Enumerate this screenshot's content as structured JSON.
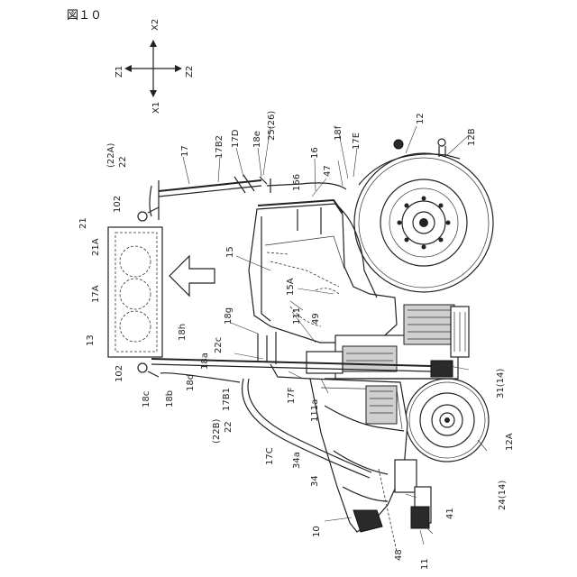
{
  "figure": {
    "title": "図１０"
  },
  "axes": {
    "x1": "X1",
    "x2": "X2",
    "z1": "Z1",
    "z2": "Z2"
  },
  "labels": {
    "l12": "12",
    "l12B": "12B",
    "l12A": "12A",
    "l16": "16",
    "l166": "166",
    "l47": "47",
    "l18f": "18f",
    "l17E": "17E",
    "l25": "25(26)",
    "l18e": "18e",
    "l17D": "17D",
    "l17B2": "17B2",
    "l17": "17",
    "l22A": "(22A)",
    "l22a": "22",
    "l102a": "102",
    "l21": "21",
    "l21A": "21A",
    "l17A": "17A",
    "l13": "13",
    "l102b": "102",
    "l18c": "18c",
    "l18b": "18b",
    "l18h": "18h",
    "l15": "15",
    "l15A": "15A",
    "l49": "49",
    "l111": "111",
    "l18g": "18g",
    "l22c": "22c",
    "l18a": "18a",
    "l18d": "18d",
    "l17B1": "17B1",
    "l22B": "(22B)",
    "l22b": "22",
    "l17F": "17F",
    "l111a": "111a",
    "l17C": "17C",
    "l34a": "34a",
    "l34": "34",
    "l31": "31(14)",
    "l24": "24(14)",
    "l41": "41",
    "l10": "10",
    "l48": "48",
    "l11": "11"
  }
}
